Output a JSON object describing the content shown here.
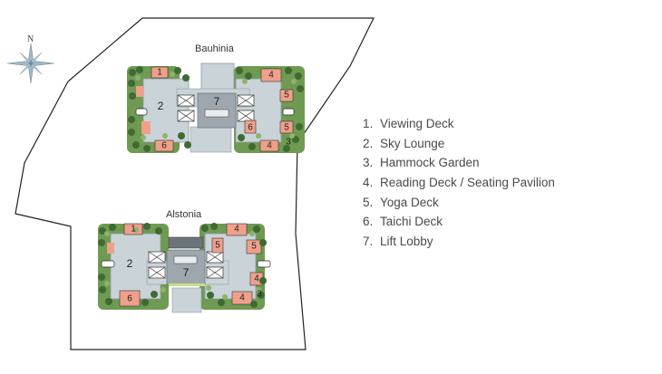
{
  "compass": {
    "label": "N",
    "icon": "compass-rose-icon"
  },
  "towers": {
    "top": {
      "name": "Bauhinia"
    },
    "bottom": {
      "name": "Alstonia"
    }
  },
  "zone_labels": {
    "viewing_deck": "1",
    "sky_lounge": "2",
    "hammock_garden": "3",
    "reading_deck": "4",
    "yoga_deck": "5",
    "taichi_deck": "6",
    "lift_lobby": "7"
  },
  "legend": [
    {
      "num": "1.",
      "label": "Viewing Deck"
    },
    {
      "num": "2.",
      "label": "Sky Lounge"
    },
    {
      "num": "3.",
      "label": "Hammock Garden"
    },
    {
      "num": "4.",
      "label": "Reading Deck / Seating Pavilion"
    },
    {
      "num": "5.",
      "label": "Yoga Deck"
    },
    {
      "num": "6.",
      "label": "Taichi Deck"
    },
    {
      "num": "7.",
      "label": "Lift Lobby"
    }
  ],
  "colors": {
    "roof": "#c9d3d8",
    "roof_stroke": "#8f9ca3",
    "deck": "#f0a08a",
    "greenery_dark": "#3f6b33",
    "greenery_light": "#8fb36a",
    "lobby": "#9da7ad",
    "outline": "#222222"
  }
}
